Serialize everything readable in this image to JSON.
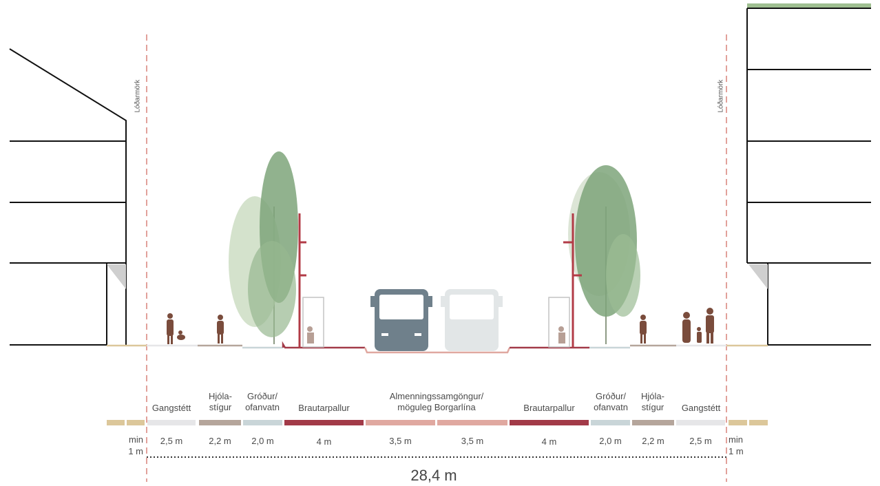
{
  "boundary_label": "Lóðarmörk",
  "zones": [
    {
      "label": "Gangstétt",
      "width": "2,5 m",
      "color": "#e6e6e8"
    },
    {
      "label": "Hjóla-\nstígur",
      "width": "2,2 m",
      "color": "#b5a59b"
    },
    {
      "label": "Gróður/\nofanvatn",
      "width": "2,0 m",
      "color": "#c9d5d8"
    },
    {
      "label": "Brautarpallur",
      "width": "4 m",
      "color": "#a23a48"
    },
    {
      "label": "Almenningssamgöngur/\nmöguleg Borgarlína",
      "width_left": "3,5 m",
      "width_right": "3,5 m",
      "color": "#e0a8a0"
    },
    {
      "label": "Brautarpallur",
      "width": "4 m",
      "color": "#a23a48"
    },
    {
      "label": "Gróður/\nofanvatn",
      "width": "2,0 m",
      "color": "#c9d5d8"
    },
    {
      "label": "Hjóla-\nstígur",
      "width": "2,2 m",
      "color": "#b5a59b"
    },
    {
      "label": "Gangstétt",
      "width": "2,5 m",
      "color": "#e6e6e8"
    }
  ],
  "margin_left": "min\n1 m",
  "margin_right": "min\n1 m",
  "margin_color": "#dcc79a",
  "total_width": "28,4 m",
  "colors": {
    "boundary": "#d9827a",
    "tree": "#6f9a6a",
    "tree_light": "#b9cfae",
    "bus": "#6f808b",
    "bus_light": "#e2e6e7",
    "figure": "#7a4c3c",
    "pole": "#b23b46"
  }
}
